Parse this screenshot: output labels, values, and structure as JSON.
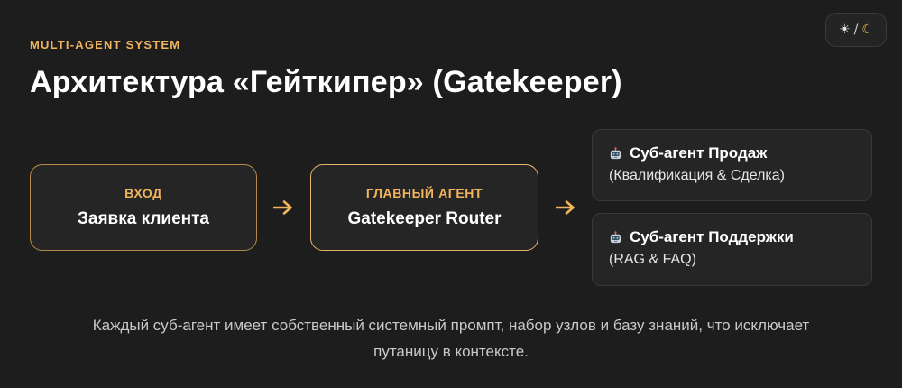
{
  "header": {
    "eyebrow": "MULTI-AGENT SYSTEM",
    "title": "Архитектура «Гейткипер» (Gatekeeper)"
  },
  "theme_toggle": {
    "sun": "☀",
    "separator": "/",
    "moon": "☾"
  },
  "flow": {
    "input": {
      "label": "ВХОД",
      "name": "Заявка клиента"
    },
    "router": {
      "label": "ГЛАВНЫЙ АГЕНТ",
      "name": "Gatekeeper Router"
    }
  },
  "sub_agents": [
    {
      "icon": "robot-icon",
      "title": "Суб-агент Продаж",
      "desc": "(Квалификация & Сделка)"
    },
    {
      "icon": "robot-icon",
      "title": "Суб-агент Поддержки",
      "desc": "(RAG & FAQ)"
    }
  ],
  "footer": {
    "line1": "Каждый суб-агент имеет собственный системный промпт, набор узлов и базу знаний, что исключает",
    "line2": "путаницу в контексте."
  },
  "colors": {
    "background": "#1e1d1d",
    "accent": "#f0b45c",
    "node_border": "#b58a4c",
    "card_bg": "#262525"
  }
}
